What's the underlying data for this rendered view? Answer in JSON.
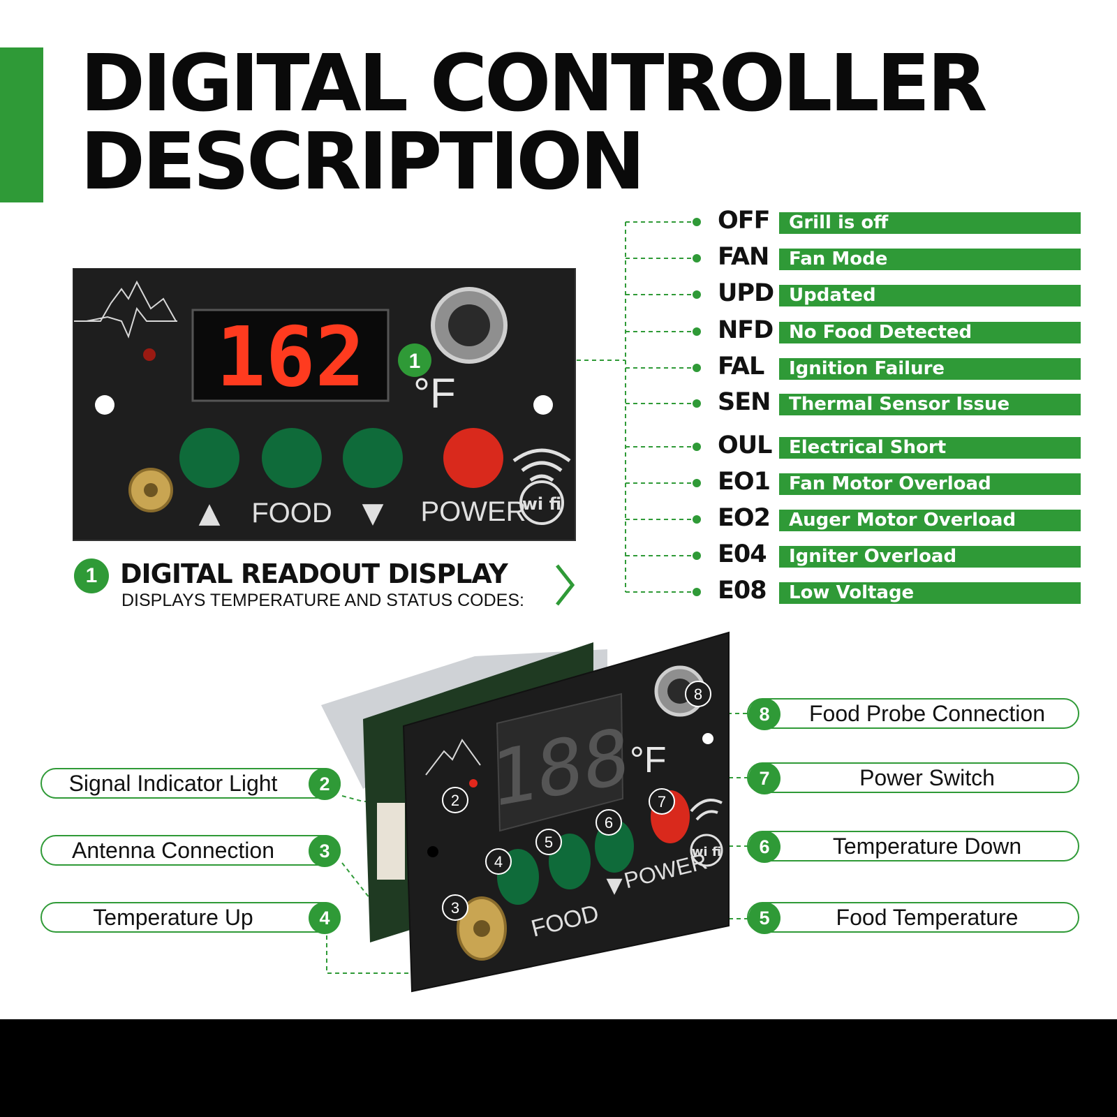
{
  "title": {
    "line1": "DIGITAL CONTROLLER",
    "line2": "DESCRIPTION"
  },
  "panel_top": {
    "display_value": "162",
    "unit": "°F",
    "buttons": {
      "up": "▲",
      "food": "FOOD",
      "down": "▼",
      "power": "POWER"
    },
    "wifi_badge": "wi fi",
    "callout_number": "1"
  },
  "readout": {
    "number": "1",
    "title": "DIGITAL READOUT DISPLAY",
    "subtitle": "DISPLAYS TEMPERATURE AND STATUS CODES:"
  },
  "status_codes": [
    {
      "code": "OFF",
      "description": "Grill is off"
    },
    {
      "code": "FAN",
      "description": "Fan Mode"
    },
    {
      "code": "UPD",
      "description": "Updated"
    },
    {
      "code": "NFD",
      "description": "No Food Detected"
    },
    {
      "code": "FAL",
      "description": "Ignition Failure"
    },
    {
      "code": "SEN",
      "description": "Thermal Sensor Issue"
    },
    {
      "code": "OUL",
      "description": "Electrical Short"
    },
    {
      "code": "EO1",
      "description": "Fan Motor Overload"
    },
    {
      "code": "EO2",
      "description": "Auger Motor Overload"
    },
    {
      "code": "E04",
      "description": "Igniter Overload"
    },
    {
      "code": "E08",
      "description": "Low Voltage"
    }
  ],
  "panel_bottom": {
    "display_value": "188",
    "unit": "°F",
    "food": "FOOD",
    "power": "POWER",
    "wifi_badge": "wi fi",
    "down": "▼"
  },
  "callouts": [
    {
      "number": "2",
      "label": "Signal Indicator Light"
    },
    {
      "number": "3",
      "label": "Antenna Connection"
    },
    {
      "number": "4",
      "label": "Temperature Up"
    },
    {
      "number": "8",
      "label": "Food Probe Connection"
    },
    {
      "number": "7",
      "label": "Power Switch"
    },
    {
      "number": "6",
      "label": "Temperature Down"
    },
    {
      "number": "5",
      "label": "Food Temperature"
    }
  ],
  "colors": {
    "accent": "#2f9a37",
    "panel": "#1e1e1e",
    "display_red": "#ff3b1f",
    "button_green": "#0f6b3a",
    "button_red": "#d9291c"
  }
}
